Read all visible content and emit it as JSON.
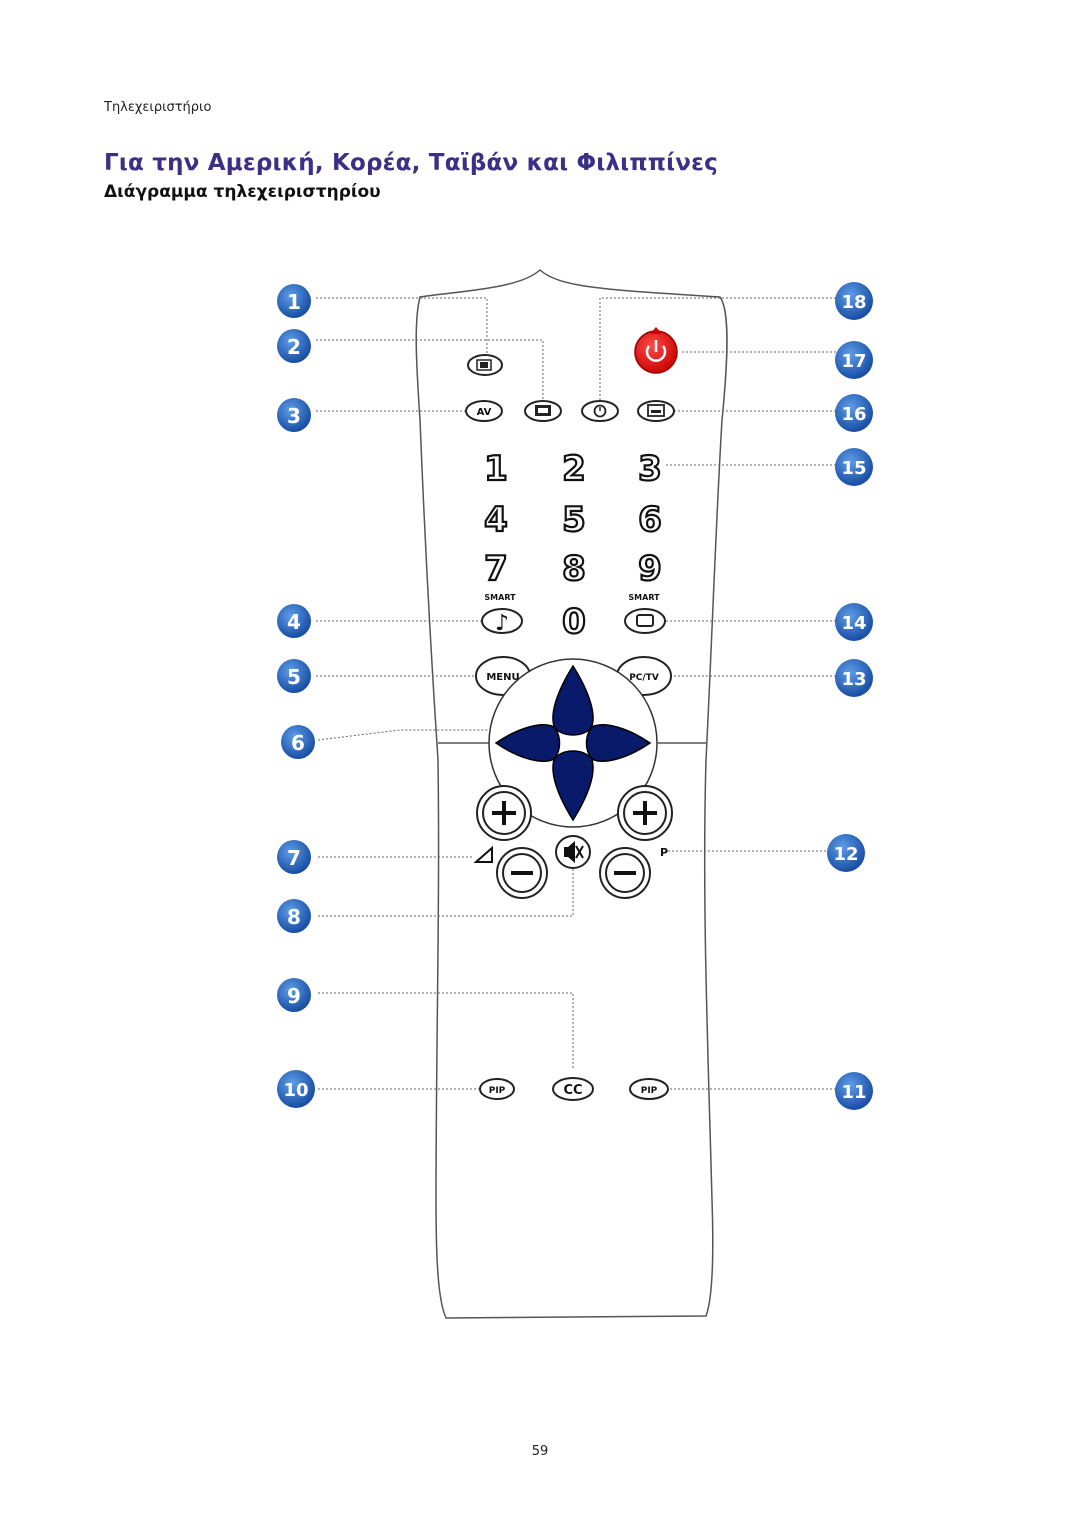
{
  "header": {
    "breadcrumb": "Τηλεχειριστήριο"
  },
  "title": "Για την Αμερική, Κορέα, Ταϊβάν και Φιλιππίνες",
  "subtitle": "Διάγραμμα τηλεχειριστηρίου",
  "callouts": [
    "1",
    "2",
    "3",
    "4",
    "5",
    "6",
    "7",
    "8",
    "9",
    "10",
    "11",
    "12",
    "13",
    "14",
    "15",
    "16",
    "17",
    "18"
  ],
  "remote": {
    "keypad": [
      "1",
      "2",
      "3",
      "4",
      "5",
      "6",
      "7",
      "8",
      "9",
      "0"
    ],
    "av_label": "AV",
    "smart_label_left": "SMART",
    "smart_label_right": "SMART",
    "menu_label": "MENU",
    "pctv_label": "PC/TV",
    "p_label": "P",
    "pip_label_left": "PIP",
    "cc_label": "CC",
    "pip_label_right": "PIP",
    "colors": {
      "callout": "#1e5bb8",
      "power": "#e00000",
      "cursor": "#0a1a6b",
      "outline": "#333333"
    }
  },
  "footer": {
    "page_number": "59"
  }
}
